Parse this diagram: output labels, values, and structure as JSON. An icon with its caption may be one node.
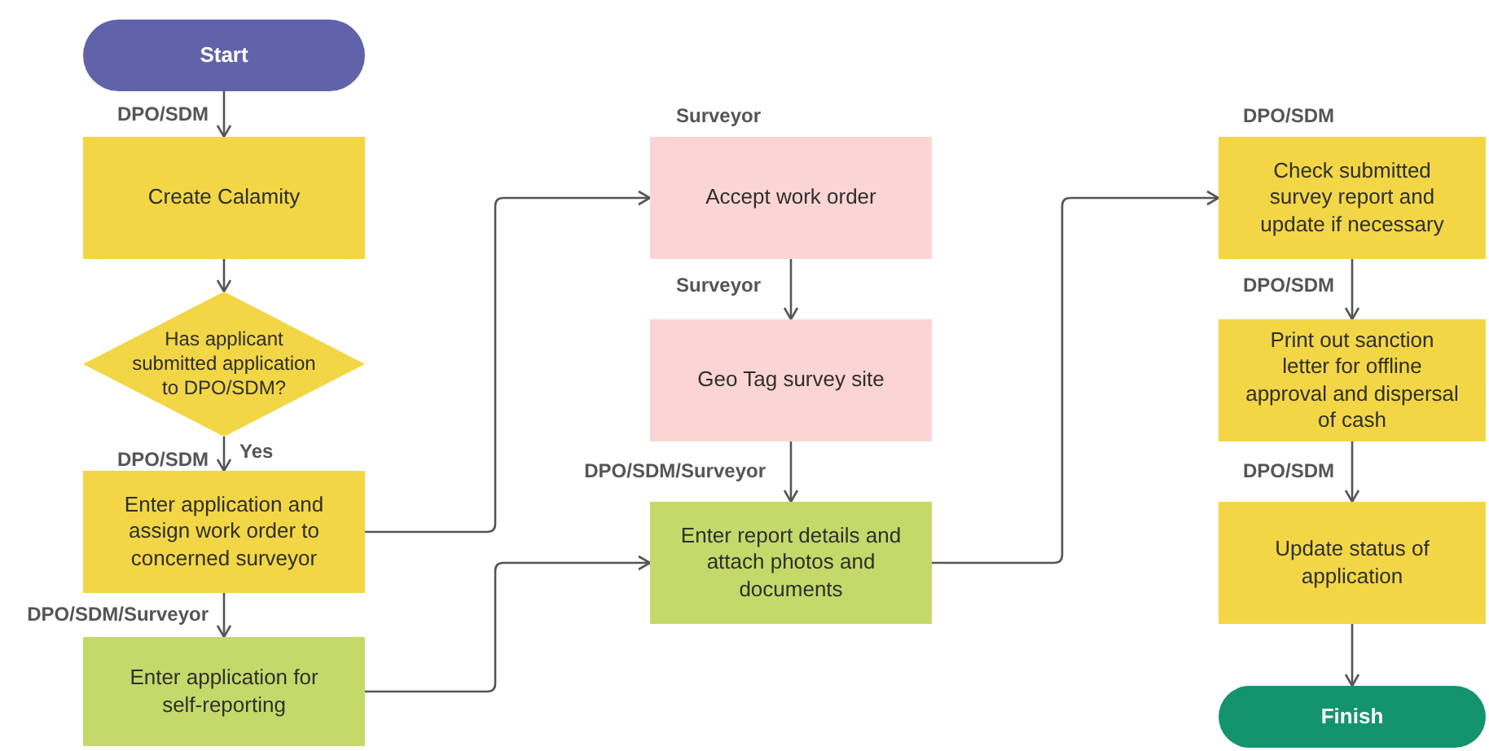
{
  "diagram": {
    "nodes": [
      {
        "text": [
          "Start"
        ]
      },
      {
        "text": [
          "Create Calamity"
        ],
        "beside": [
          "DPO/SDM"
        ]
      },
      {
        "text": [
          "Has applicant submitted application to DPO/SDM?"
        ]
      },
      {
        "text": [
          "Enter application and assign work order to concerned surveyor"
        ],
        "beside": [
          "DPO/SDM"
        ]
      },
      {
        "text": [
          "Enter application for self-reporting"
        ],
        "beside": [
          "DPO/SDM/Surveyor"
        ]
      },
      {
        "text": [
          "Accept work order"
        ],
        "beside": [
          "Surveyor"
        ]
      },
      {
        "text": [
          "Geo Tag survey site"
        ],
        "beside": [
          "Surveyor"
        ]
      },
      {
        "text": [
          "Enter report details and attach photos and documents"
        ],
        "beside": [
          "DPO/SDM/Surveyor"
        ]
      },
      {
        "text": [
          "Check submitted survey report and update if necessary"
        ],
        "beside": [
          "DPO/SDM"
        ]
      },
      {
        "text": [
          "Print out sanction letter for offline approval and dispersal of cash"
        ],
        "beside": [
          "DPO/SDM"
        ]
      },
      {
        "text": [
          "Update status of application"
        ],
        "beside": [
          "DPO/SDM"
        ]
      },
      {
        "text": [
          "Finish"
        ]
      }
    ],
    "edges": [
      {
        "from": 0,
        "to": 1,
        "arrow": "to"
      },
      {
        "from": 1,
        "to": 2,
        "arrow": "to"
      },
      {
        "from": 2,
        "to": 3,
        "arrow": "to",
        "label": "Yes"
      },
      {
        "from": 3,
        "to": 4,
        "arrow": "to"
      },
      {
        "from": 3,
        "to": 5,
        "arrow": "to"
      },
      {
        "from": 4,
        "to": 7,
        "arrow": "to"
      },
      {
        "from": 5,
        "to": 6,
        "arrow": "to"
      },
      {
        "from": 6,
        "to": 7,
        "arrow": "to"
      },
      {
        "from": 7,
        "to": 8,
        "arrow": "to"
      },
      {
        "from": 8,
        "to": 9,
        "arrow": "to"
      },
      {
        "from": 9,
        "to": 10,
        "arrow": "to"
      },
      {
        "from": 10,
        "to": 11,
        "arrow": "to"
      }
    ]
  }
}
